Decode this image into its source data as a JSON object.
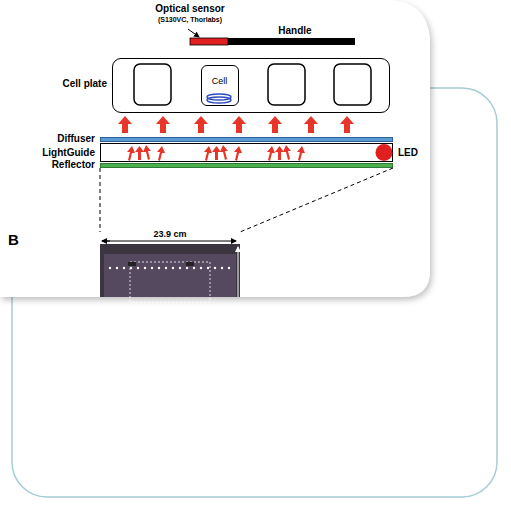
{
  "diagram": {
    "nodes": [
      {
        "text": [
          "Cell plate"
        ]
      },
      {
        "text": [
          "Cell"
        ],
        "in": 0
      },
      {
        "text": [
          "Diffuser"
        ]
      },
      {
        "text": [
          "LightGuide"
        ]
      },
      {
        "text": [
          "Reflector"
        ]
      }
    ],
    "labels": [
      "Optical sensor",
      "(S130VC, Thorlabs)",
      "Handle",
      "LED",
      "B",
      "23.9 cm"
    ]
  }
}
